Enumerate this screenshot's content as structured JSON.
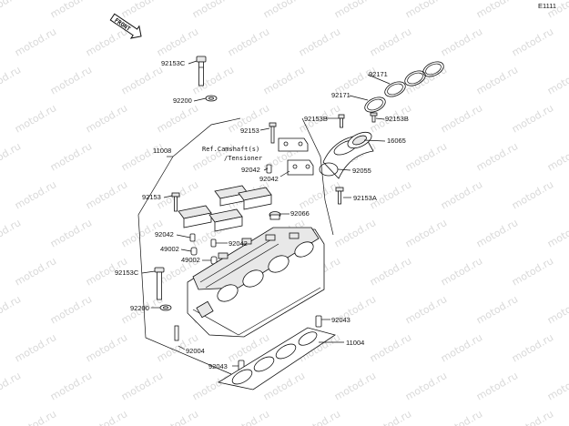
{
  "diagram_code": "E1111",
  "front_label": "FRONT",
  "watermark": "motod.ru",
  "note": [
    "Ref.Camshaft(s)",
    "/Tensioner"
  ],
  "labels": {
    "p92153c_top": "92153C",
    "p92200_top": "92200",
    "p11008": "11008",
    "p92153_a": "92153",
    "p92153b_top": "92153B",
    "p92171_a": "92171",
    "p92171_b": "92171",
    "p92153b_r": "92153B",
    "p16065": "16065",
    "p92042_a": "92042",
    "p92042_b": "92042",
    "p92055": "92055",
    "p92153_left": "92153",
    "p92153a": "92153A",
    "p92066": "92066",
    "p92042_left": "92042",
    "p92042_mid": "92042",
    "p49002_a": "49002",
    "p49002_b": "49002",
    "p92153c_left": "92153C",
    "p92200_left": "92200",
    "p92043_r": "92043",
    "p92004": "92004",
    "p11004": "11004",
    "p92043_b": "92043"
  }
}
